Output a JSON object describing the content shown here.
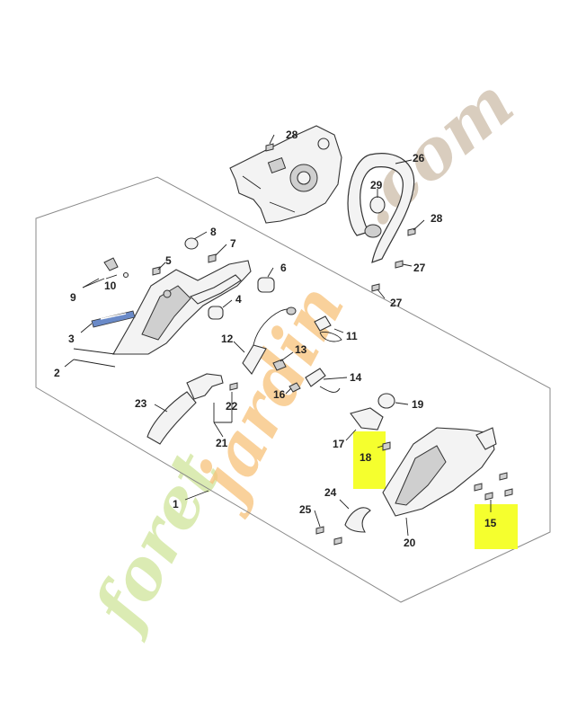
{
  "diagram": {
    "callouts": [
      {
        "id": "1",
        "label": "1"
      },
      {
        "id": "2",
        "label": "2"
      },
      {
        "id": "3",
        "label": "3"
      },
      {
        "id": "4",
        "label": "4"
      },
      {
        "id": "5",
        "label": "5"
      },
      {
        "id": "6",
        "label": "6"
      },
      {
        "id": "7",
        "label": "7"
      },
      {
        "id": "8",
        "label": "8"
      },
      {
        "id": "9",
        "label": "9"
      },
      {
        "id": "10",
        "label": "10"
      },
      {
        "id": "11",
        "label": "11"
      },
      {
        "id": "12",
        "label": "12"
      },
      {
        "id": "13",
        "label": "13"
      },
      {
        "id": "14",
        "label": "14"
      },
      {
        "id": "15",
        "label": "15"
      },
      {
        "id": "16",
        "label": "16"
      },
      {
        "id": "17",
        "label": "17"
      },
      {
        "id": "18",
        "label": "18"
      },
      {
        "id": "19",
        "label": "19"
      },
      {
        "id": "20",
        "label": "20"
      },
      {
        "id": "21",
        "label": "21"
      },
      {
        "id": "22",
        "label": "22"
      },
      {
        "id": "23",
        "label": "23"
      },
      {
        "id": "24",
        "label": "24"
      },
      {
        "id": "25",
        "label": "25"
      },
      {
        "id": "26",
        "label": "26"
      },
      {
        "id": "27a",
        "label": "27"
      },
      {
        "id": "27b",
        "label": "27"
      },
      {
        "id": "28a",
        "label": "28"
      },
      {
        "id": "28b",
        "label": "28"
      },
      {
        "id": "29",
        "label": "29"
      }
    ],
    "highlighted": [
      "18",
      "15"
    ],
    "highlight_color": "#f5ff2e"
  },
  "watermark": {
    "part1": "foret",
    "part2": "jardin",
    "part3": ".com",
    "colors": {
      "green": "#cfe59a",
      "orange": "#f7c27a",
      "tan": "#c9b8a3"
    }
  }
}
